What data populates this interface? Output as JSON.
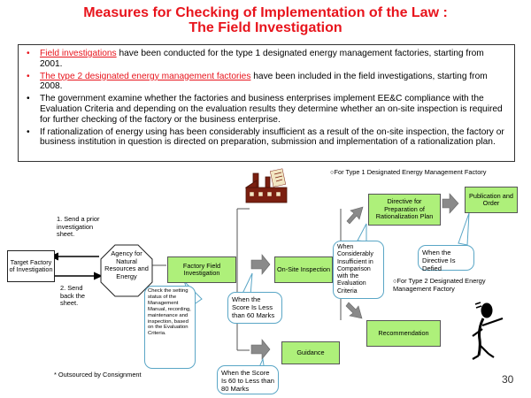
{
  "slide": {
    "title_line1": "Measures for Checking of Implementation of the Law :",
    "title_line2": "The Field Investigation",
    "page_number": "30"
  },
  "bullets": [
    {
      "link": "Field investigations",
      "text": " have been conducted for the type 1 designated energy management factories, starting from 2001."
    },
    {
      "link": "The type 2 designated energy management factories",
      "text": " have been included in the field investigations, starting from 2008."
    },
    {
      "link": "",
      "text": "The government examine whether the factories and business enterprises implement EE&C compliance with the Evaluation Criteria and depending on the evaluation results they determine whether an on-site inspection is required for further checking of the factory or the business enterprise."
    },
    {
      "link": "",
      "text": "If rationalization of energy using has been considerably insufficient as a result of the on-site inspection, the factory or business institution in question is directed on preparation, submission and implementation of a rationalization plan."
    }
  ],
  "diagram": {
    "type1_label": "For Type 1 Designated Energy Management Factory",
    "type2_label": "For Type 2 Designated Energy Management Factory",
    "target_factory": "Target Factory of Investigation",
    "agency": "Agency for Natural Resources and Energy",
    "step_send": "1. Send a prior investigation sheet.",
    "step_back": "2. Send back the sheet.",
    "check_note": "Check the setting status of the Management Manual, recording, maintenance and inspection, based on the Evaluation Criteria.",
    "field_investigation": "Factory Field Investigation",
    "onsite_inspection": "On-Site Inspection",
    "directive": "Directive for Preparation of Rationalization Plan",
    "publication": "Publication and Order",
    "recommendation": "Recommendation",
    "guidance": "Guidance",
    "callout_less60": "When the Score Is Less than 60 Marks",
    "callout_60to80": "When the Score Is 60 to Less than 80 Marks",
    "callout_insufficient": "When Considerably Insufficient in Comparison with the Evaluation Criteria",
    "callout_defied": "When the Directive Is Defied",
    "outsourced_note": "* Outsourced by Consignment"
  }
}
